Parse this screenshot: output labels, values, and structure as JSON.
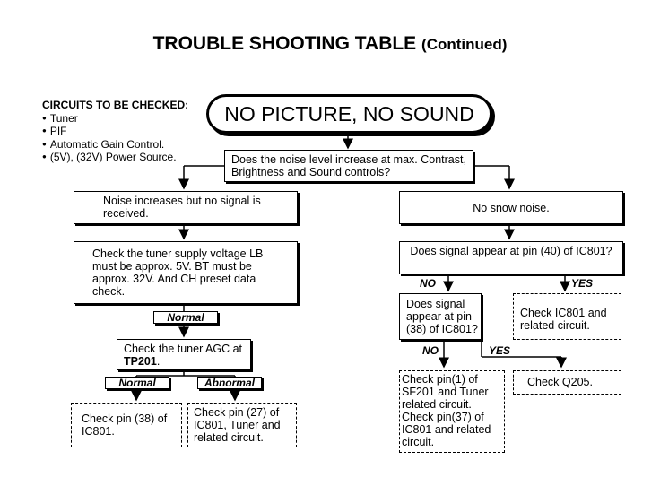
{
  "title": "TROUBLE SHOOTING TABLE",
  "title_suffix": "(Continued)",
  "circuits": {
    "heading": "CIRCUITS TO BE CHECKED:",
    "items": [
      "Tuner",
      "PIF",
      "Automatic Gain Control.",
      "(5V), (32V) Power Source."
    ]
  },
  "main_symptom": "NO PICTURE, NO SOUND",
  "q_noise": "Does the noise level increase at max. Contrast, Brightness and Sound controls?",
  "noise_no_signal": "Noise increases but no signal is received.",
  "no_snow": "No snow noise.",
  "check_tuner_voltage": "Check the tuner supply voltage LB must be approx. 5V. BT must be approx. 32V. And CH preset data check.",
  "label_normal": "Normal",
  "label_abnormal": "Abnormal",
  "agc_text": "Check the tuner AGC at",
  "agc_point": "TP201",
  "agc_period": ".",
  "check_pin38_ic801": "Check pin (38) of IC801.",
  "check_pin27": "Check pin (27) of IC801, Tuner and related circuit.",
  "q_pin40": "Does signal appear at pin (40) of IC801?",
  "label_no": "NO",
  "label_yes": "YES",
  "q_pin38": "Does signal appear at pin (38) of IC801?",
  "check_ic801_related": "Check IC801 and related circuit.",
  "check_pin1": "Check pin(1) of SF201 and Tuner related circuit. Check pin(37) of IC801 and related circuit.",
  "check_q205": "Check Q205."
}
